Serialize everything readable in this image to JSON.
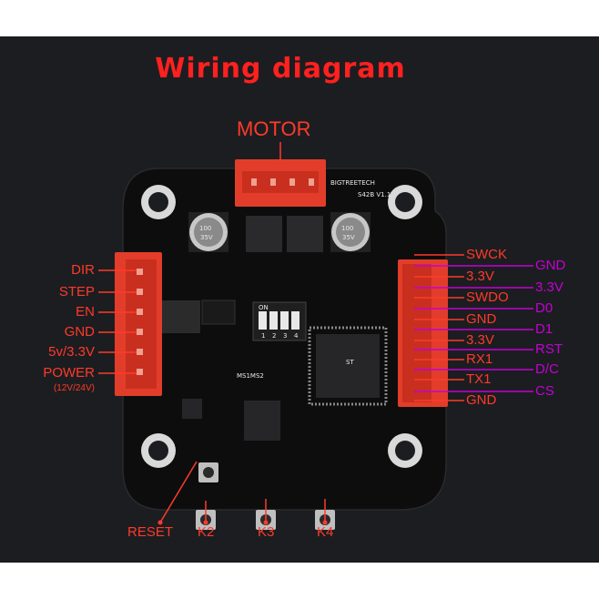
{
  "title": "Wiring diagram",
  "top_label": "MOTOR",
  "board_label": "BIGTREETECH",
  "board_version": "S42B V1.1",
  "left_pins": [
    "DIR",
    "STEP",
    "EN",
    "GND",
    "5v/3.3V",
    "POWER"
  ],
  "power_note": "(12V/24V)",
  "right_labels_red": [
    "SWCK",
    "3.3V",
    "SWDO",
    "GND",
    "3.3V",
    "RX1",
    "TX1",
    "GND"
  ],
  "right_labels_magenta": [
    "GND",
    "3.3V",
    "D0",
    "D1",
    "RST",
    "D/C",
    "CS"
  ],
  "bottom_buttons": [
    "RESET",
    "K2",
    "K3",
    "K4"
  ],
  "dip_numbers": [
    "1",
    "2",
    "3",
    "4"
  ],
  "dip_on": "ON",
  "ms_label": "MS1MS2",
  "capacitor_labels": [
    "100",
    "35V",
    "100",
    "35V"
  ],
  "colors": {
    "callout_red": "#ff3a2a",
    "callout_magenta": "#c400d6",
    "title": "#ff2020",
    "pcb": "#0d0d0e",
    "connector": "#e23d2a"
  }
}
